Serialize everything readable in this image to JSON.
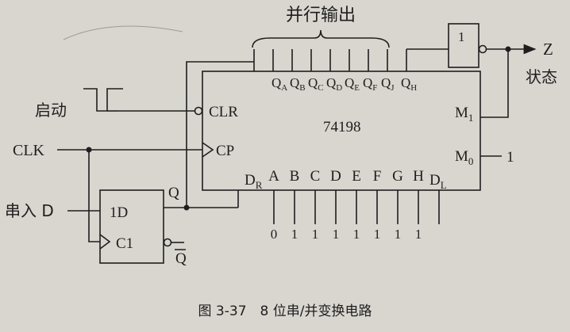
{
  "header": {
    "parallel_output": "并行输出"
  },
  "inputs": {
    "start": "启动",
    "clk": "CLK",
    "serial_in": "串入 D"
  },
  "chip": {
    "name": "74198",
    "clr": "CLR",
    "cp": "CP",
    "m1_main": "M",
    "m1_sub": "1",
    "m0_main": "M",
    "m0_sub": "0",
    "m0_tie": "1",
    "dr_main": "D",
    "dr_sub": "R",
    "dl_main": "D",
    "dl_sub": "L",
    "outputs": [
      {
        "main": "Q",
        "sub": "A"
      },
      {
        "main": "Q",
        "sub": "B"
      },
      {
        "main": "Q",
        "sub": "C"
      },
      {
        "main": "Q",
        "sub": "D"
      },
      {
        "main": "Q",
        "sub": "E"
      },
      {
        "main": "Q",
        "sub": "F"
      },
      {
        "main": "Q",
        "sub": "J"
      },
      {
        "main": "Q",
        "sub": "H"
      }
    ],
    "data_inputs": [
      "A",
      "B",
      "C",
      "D",
      "E",
      "F",
      "G",
      "H"
    ],
    "preset_values": [
      "0",
      "1",
      "1",
      "1",
      "1",
      "1",
      "1",
      "1"
    ]
  },
  "flipflop": {
    "d": "1D",
    "c": "C1",
    "q": "Q",
    "qbar": "Q"
  },
  "gate": {
    "label": "1",
    "output": "Z",
    "status": "状态"
  },
  "caption": "图 3-37　8 位串/并变换电路",
  "colors": {
    "ink": "#1e1e1e",
    "paper": "#d9d6d0"
  }
}
